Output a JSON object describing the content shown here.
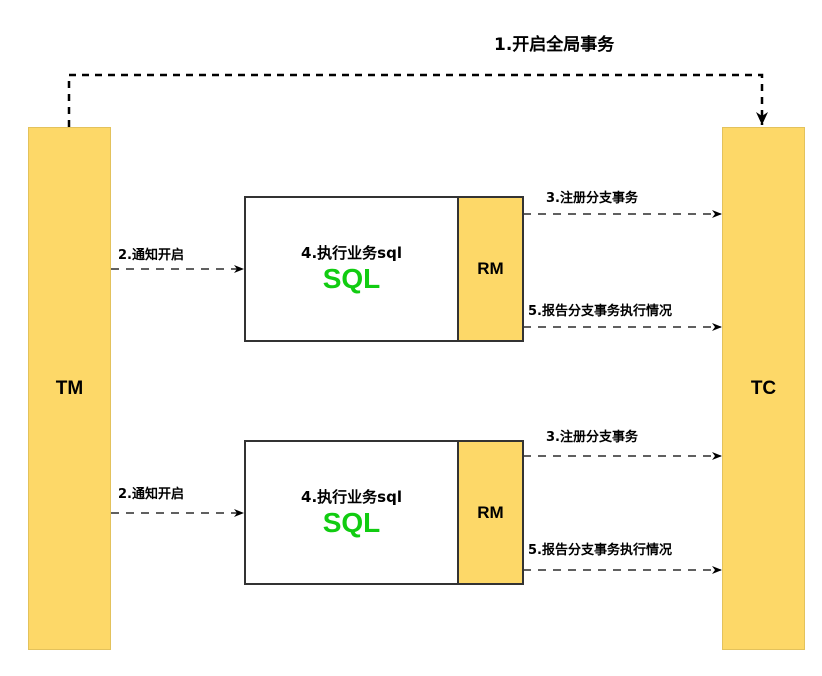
{
  "diagram": {
    "title_label": "1.开启全局事务",
    "actors": {
      "tm": "TM",
      "tc": "TC"
    },
    "branches": [
      {
        "notify_label": "2.通知开启",
        "execute_label": "4.执行业务sql",
        "sql_label": "SQL",
        "rm_label": "RM",
        "register_label": "3.注册分支事务",
        "report_label": "5.报告分支事务执行情况"
      },
      {
        "notify_label": "2.通知开启",
        "execute_label": "4.执行业务sql",
        "sql_label": "SQL",
        "rm_label": "RM",
        "register_label": "3.注册分支事务",
        "report_label": "5.报告分支事务执行情况"
      }
    ],
    "colors": {
      "actor_fill": "#fdd868",
      "sql_text": "#11cc11",
      "line": "#000000"
    }
  }
}
